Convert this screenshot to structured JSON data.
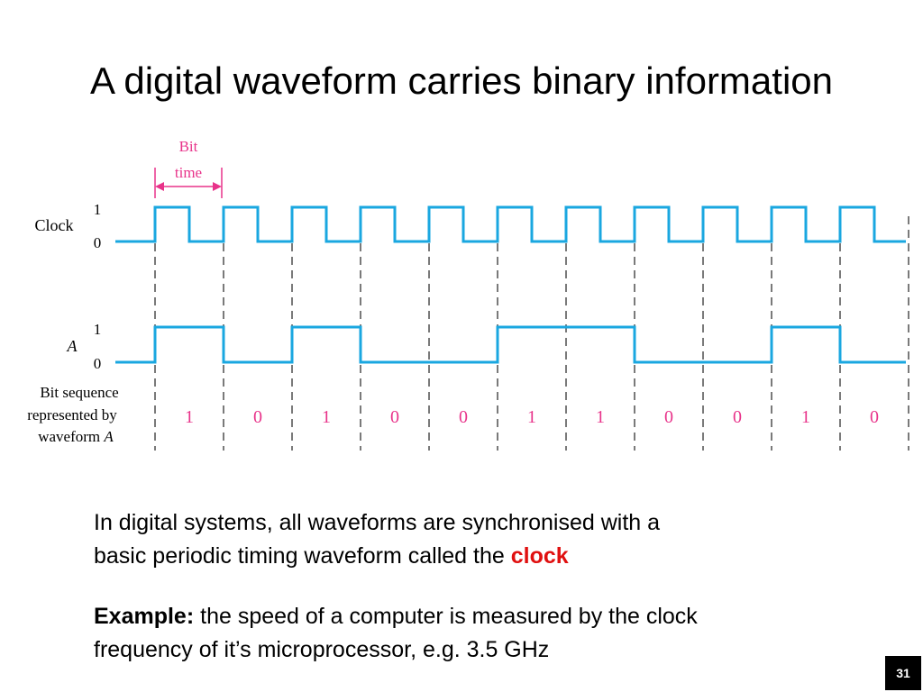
{
  "slide": {
    "title": "A digital waveform carries binary information",
    "number": "31"
  },
  "diagram": {
    "bit_time_label_line1": "Bit",
    "bit_time_label_line2": "time",
    "clock_label": "Clock",
    "a_label": "A",
    "level_high": "1",
    "level_low": "0",
    "bit_sequence_label": [
      "Bit sequence",
      "represented by",
      "waveform "
    ],
    "bit_sequence_label_italic": "A",
    "bits": [
      "1",
      "0",
      "1",
      "0",
      "0",
      "1",
      "1",
      "0",
      "0",
      "1",
      "0"
    ],
    "colors": {
      "waveform": "#1aa7e0",
      "bits": "#e8338a",
      "bit_time_marker": "#e8338a"
    }
  },
  "text": {
    "p1_line1": "In digital systems, all waveforms are synchronised with a",
    "p1_line2_pre": "basic periodic timing waveform called the ",
    "p1_highlight": "clock",
    "p2_bold": "Example:",
    "p2_line1_rest": " the speed of a computer is measured by the clock",
    "p2_line2": "frequency of it’s microprocessor, e.g. 3.5 GHz"
  }
}
